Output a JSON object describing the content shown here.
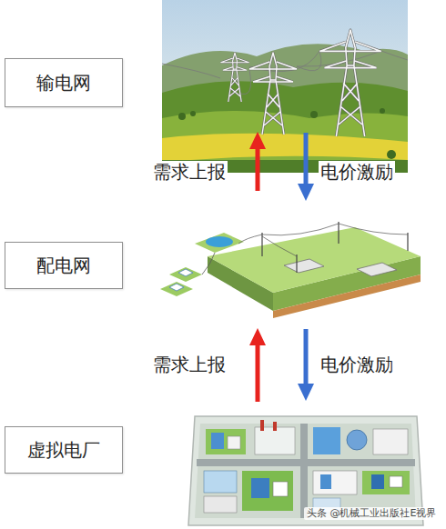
{
  "diagram": {
    "nodes": [
      {
        "text": [
          "输电网"
        ]
      },
      {
        "text": [
          "配电网"
        ]
      },
      {
        "text": [
          "虚拟电厂"
        ]
      }
    ],
    "labels": [
      "需求上报",
      "电价激励",
      "需求上报",
      "电价激励",
      "头条 @机械工业出版社E视界"
    ]
  }
}
